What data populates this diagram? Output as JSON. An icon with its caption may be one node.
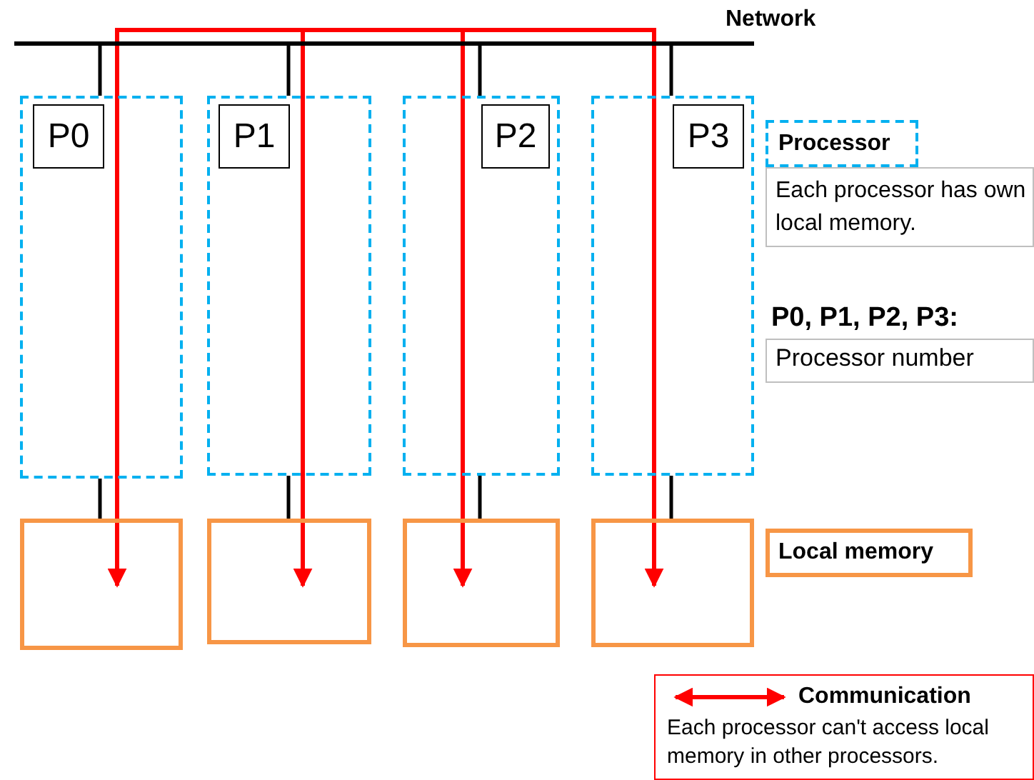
{
  "diagram": {
    "nodes": [
      {
        "text": [],
        "shape": "bar",
        "beside": [
          "Network"
        ]
      },
      {
        "text": [],
        "shape": "box"
      },
      {
        "text": [
          "P0"
        ],
        "in": 1
      },
      {
        "text": [],
        "shape": "box"
      },
      {
        "text": [
          "P1"
        ],
        "in": 3
      },
      {
        "text": [],
        "shape": "box"
      },
      {
        "text": [
          "P2"
        ],
        "in": 5
      },
      {
        "text": [],
        "shape": "box"
      },
      {
        "text": [
          "P3"
        ],
        "in": 7
      },
      {
        "text": [],
        "shape": "box"
      },
      {
        "text": [],
        "shape": "box"
      },
      {
        "text": [],
        "shape": "box"
      },
      {
        "text": [],
        "shape": "box"
      }
    ],
    "edges": [
      {
        "from": 0,
        "to": 1,
        "arrow": "none"
      },
      {
        "from": 0,
        "to": 3,
        "arrow": "none"
      },
      {
        "from": 0,
        "to": 5,
        "arrow": "none"
      },
      {
        "from": 0,
        "to": 7,
        "arrow": "none"
      },
      {
        "from": 1,
        "to": 9,
        "arrow": "none"
      },
      {
        "from": 3,
        "to": 10,
        "arrow": "none"
      },
      {
        "from": 5,
        "to": 11,
        "arrow": "none"
      },
      {
        "from": 7,
        "to": 12,
        "arrow": "none"
      },
      {
        "from": 0,
        "to": 9,
        "arrow": "to",
        "color": "#ff0000"
      },
      {
        "from": 0,
        "to": 10,
        "arrow": "to",
        "color": "#ff0000"
      },
      {
        "from": 0,
        "to": 11,
        "arrow": "to",
        "color": "#ff0000"
      },
      {
        "from": 0,
        "to": 12,
        "arrow": "to",
        "color": "#ff0000"
      }
    ],
    "labels": [
      "Each processor has own local memory.",
      "P0, P1, P2, P3:",
      "Processor number",
      "Each processor can't access local memory in other processors."
    ],
    "legend": [
      {
        "text": "Processor"
      },
      {
        "text": "Local memory"
      },
      {
        "text": "Communication"
      }
    ]
  }
}
